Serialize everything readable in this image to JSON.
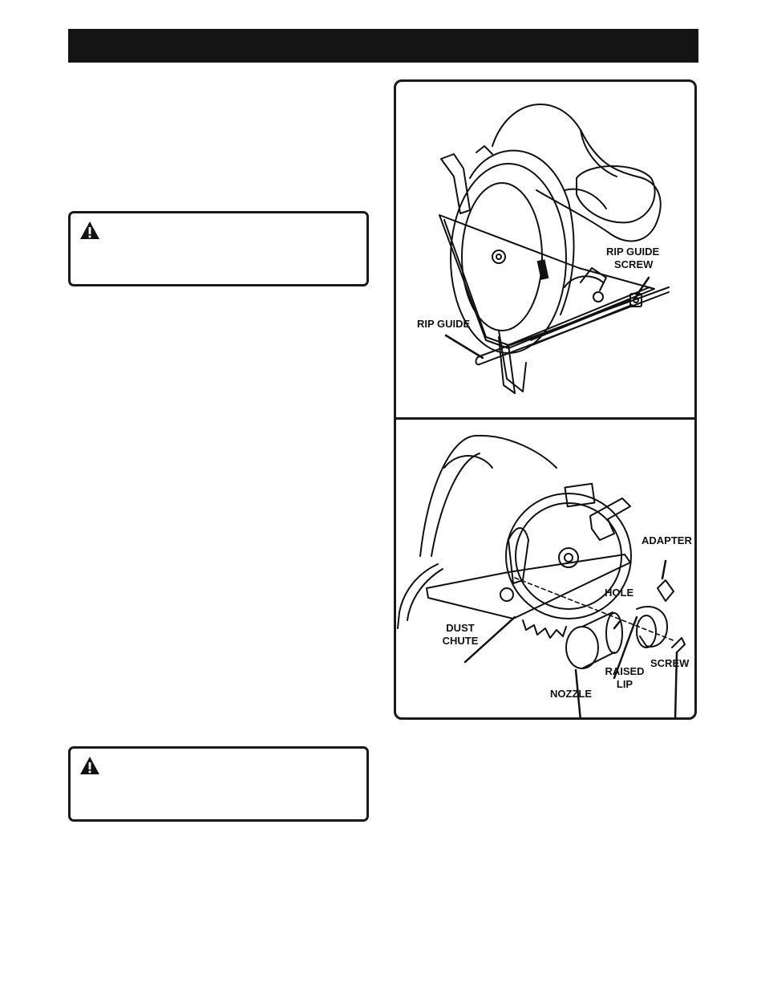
{
  "figure_top": {
    "labels": {
      "rip_guide_screw_line1": "RIP GUIDE",
      "rip_guide_screw_line2": "SCREW",
      "rip_guide": "RIP GUIDE"
    }
  },
  "figure_bottom": {
    "labels": {
      "adapter": "ADAPTER",
      "hole": "HOLE",
      "dust_chute_line1": "DUST",
      "dust_chute_line2": "CHUTE",
      "screw": "SCREW",
      "raised_lip_line1": "RAISED",
      "raised_lip_line2": "LIP",
      "nozzle": "NOZZLE"
    }
  },
  "icons": [
    "warning-triangle-icon",
    "warning-triangle-icon"
  ]
}
